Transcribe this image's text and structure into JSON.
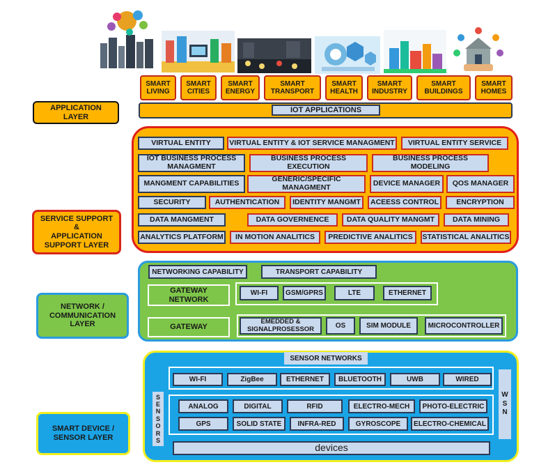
{
  "applications": [
    "SMART\nLIVING",
    "SMART\nCITIES",
    "SMART\nENERGY",
    "SMART\nTRANSPORT",
    "SMART\nHEALTH",
    "SMART\nINDUSTRY",
    "SMART\nBUILDINGS",
    "SMART\nHOMES"
  ],
  "application_layer": {
    "label": "APPLICATION\nLAYER",
    "bar": "IOT APPLICATIONS"
  },
  "service_layer": {
    "label": "SERVICE SUPPORT\n&\nAPPLICATION\nSUPPORT  LAYER",
    "row1": [
      "VIRTUAL ENTITY",
      "VIRTUAL ENTITY & IOT SERVICE MANAGMENT",
      "VIRTUAL ENTITY SERVICE"
    ],
    "row2": [
      "IOT BUSINESS PROCESS\nMANAGMENT",
      "BUSINESS   PROCESS\nEXECUTION",
      "BUSINESS   PROCESS\nMODELING"
    ],
    "row3": [
      "MANGMENT CAPABILITIES",
      "GENERIC/SPECIFIC\nMANAGMENT",
      "DEVICE MANAGER",
      "QOS MANAGER"
    ],
    "row4": [
      "SECURITY",
      "AUTHENTICATION",
      "IDENTITY MANGMT",
      "ACEESS CONTROL",
      "ENCRYPTION"
    ],
    "row5": [
      "DATA MANGMENT",
      "DATA GOVERNENCE",
      "DATA QUALITY MANGMT",
      "DATA MINING"
    ],
    "row6": [
      "ANALYTICS PLATFORM",
      "IN MOTION ANALITICS",
      "PREDICTIVE  ANALITICS",
      "STATISTICAL ANALITICS"
    ]
  },
  "network_layer": {
    "label": "NETWORK /\nCOMMUNICATION\nLAYER",
    "capabilities": [
      "NETWORKING CAPABILITY",
      "TRANSPORT CAPABILITY"
    ],
    "gateway_network": "GATEWAY\nNETWORK",
    "gateway_network_items": [
      "WI-FI",
      "GSM/GPRS",
      "LTE",
      "ETHERNET"
    ],
    "gateway": "GATEWAY",
    "gateway_items": [
      "EMEDDED  &\nSIGNALPROSESSOR",
      "OS",
      "SIM MODULE",
      "MICROCONTROLLER"
    ]
  },
  "device_layer": {
    "label": "SMART  DEVICE /\nSENSOR LAYER",
    "sensor_networks": "SENSOR NETWORKS",
    "network_items": [
      "WI-FI",
      "ZigBee",
      "ETHERNET",
      "BLUETOOTH",
      "UWB",
      "WIRED"
    ],
    "sensors_label": "S\nE\nN\nS\nO\nR\nS",
    "wsn_label": "W\nS\nN",
    "sensor_row1": [
      "ANALOG",
      "DIGITAL",
      "RFID",
      "ELECTRO-MECH",
      "PHOTO-ELECTRIC"
    ],
    "sensor_row2": [
      "GPS",
      "SOLID STATE",
      "INFRA-RED",
      "GYROSCOPE",
      "ELECTRO-CHEMICAL"
    ],
    "devices": "devices"
  }
}
